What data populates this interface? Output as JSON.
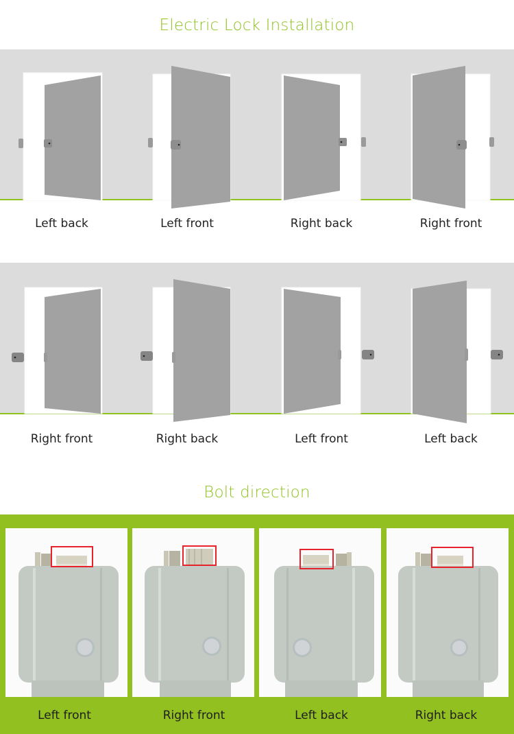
{
  "header": {
    "title": "Electric Lock Installation"
  },
  "door_rows": [
    {
      "items": [
        {
          "label": "Left back",
          "lock_side": "left",
          "door_open": "back"
        },
        {
          "label": "Left front",
          "lock_side": "left",
          "door_open": "front"
        },
        {
          "label": "Right back",
          "lock_side": "right",
          "door_open": "back"
        },
        {
          "label": "Right front",
          "lock_side": "right",
          "door_open": "front"
        }
      ]
    },
    {
      "items": [
        {
          "label": "Right front",
          "lock_side": "left",
          "door_open": "back"
        },
        {
          "label": "Right back",
          "lock_side": "left",
          "door_open": "front"
        },
        {
          "label": "Left front",
          "lock_side": "right",
          "door_open": "back"
        },
        {
          "label": "Left back",
          "lock_side": "right",
          "door_open": "front"
        }
      ]
    }
  ],
  "bolt_section": {
    "title": "Bolt direction",
    "items": [
      {
        "label": "Left front",
        "bolt_position": "right-of-center",
        "highlight": "red-box"
      },
      {
        "label": "Right front",
        "bolt_position": "center",
        "highlight": "red-box"
      },
      {
        "label": "Left back",
        "bolt_position": "left-of-center",
        "highlight": "red-box"
      },
      {
        "label": "Right back",
        "bolt_position": "right-of-center",
        "highlight": "red-box"
      }
    ]
  },
  "colors": {
    "accent_green": "#8dc21f",
    "panel_green": "#92c020",
    "wall_gray": "#dcdcdc",
    "door_gray": "#a2a2a2",
    "lock_body": "#c3cac4",
    "highlight_red": "#e8222a"
  }
}
